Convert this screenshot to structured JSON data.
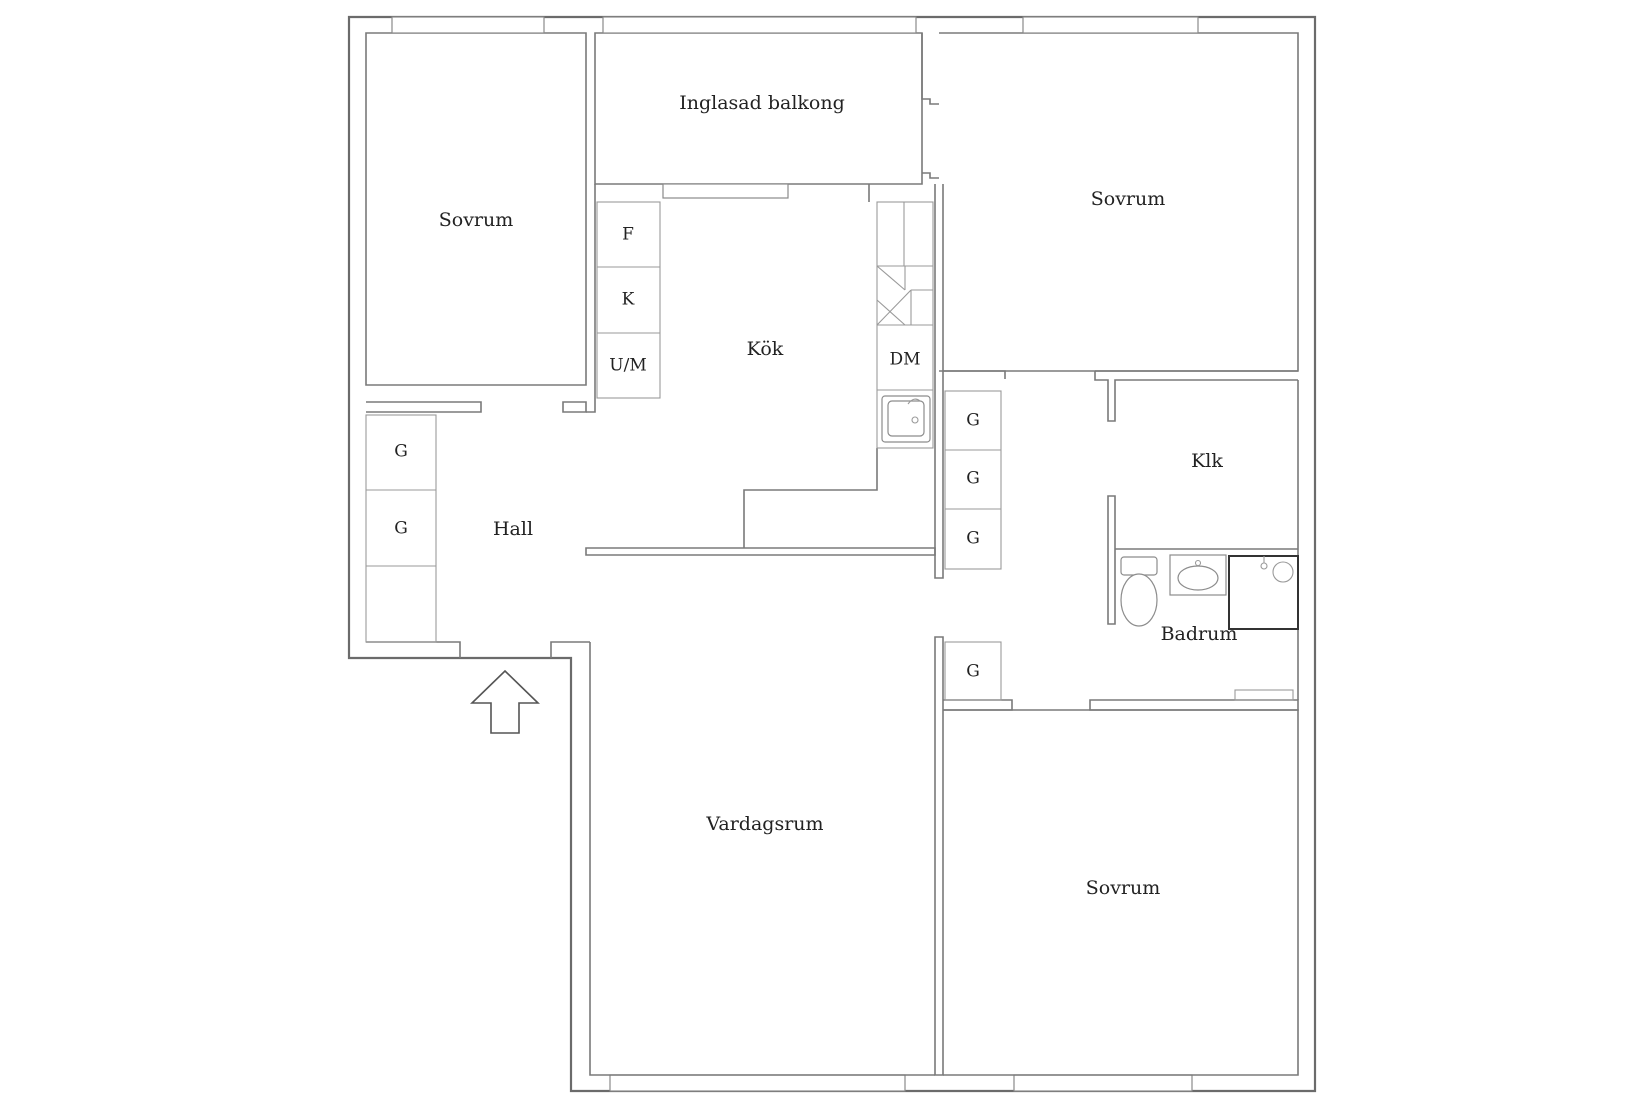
{
  "rooms": {
    "balcony": "Inglasad balkong",
    "bedroom_top_left": "Sovrum",
    "bedroom_top_right": "Sovrum",
    "bedroom_bottom_right": "Sovrum",
    "kitchen": "Kök",
    "hall": "Hall",
    "living_room": "Vardagsrum",
    "walk_in_closet": "Klk",
    "bathroom": "Badrum"
  },
  "kitchen_units": {
    "fridge": "F",
    "freezer": "K",
    "oven_microwave": "U/M",
    "dishwasher": "DM"
  },
  "wardrobes": {
    "hall_1": "G",
    "hall_2": "G",
    "corridor_1": "G",
    "corridor_2": "G",
    "corridor_3": "G",
    "corridor_4": "G"
  }
}
